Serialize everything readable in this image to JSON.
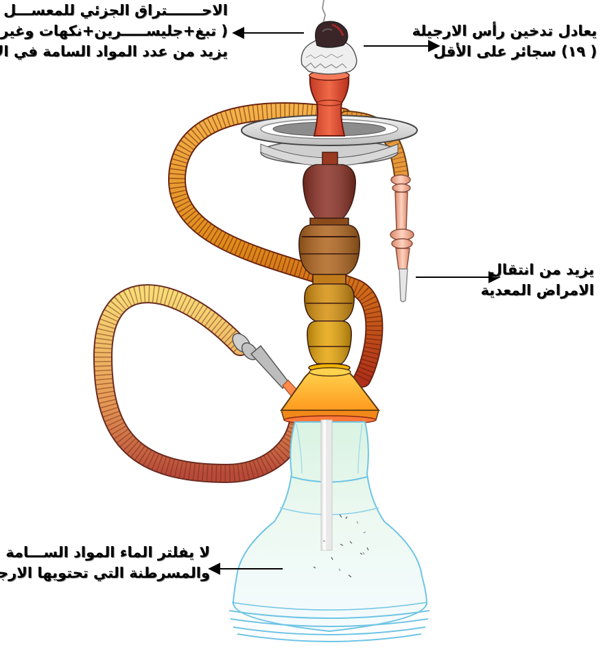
{
  "labels": {
    "top_left": [
      "الاحـــــــتراق الجزئي للمعســـل",
      "( تبغ+جليســـــرين+نكهات وغيرها)",
      "يزيد من عدد المواد السامة في الارجيلة"
    ],
    "top_right": [
      "يعادل تدخين رأس الارجيلة",
      "( ١٩) سجائر على الأقل"
    ],
    "middle_right": [
      "يزيد من انتقال",
      "الامراض المعدية"
    ],
    "bottom_left": [
      "لا يفلتر الماء المواد الســـامة",
      "والمسرطنة التي تحتويها الارجيلة"
    ]
  },
  "colors": {
    "text": "#000000",
    "arrow": "#000000",
    "bowl_head": "#e05a3a",
    "coal": "#4a2a2a",
    "foil": "#eeeeee",
    "tray": "#e6e6e6",
    "stem_top": "#8b2e1e",
    "stem_bottom": "#f2a900",
    "base_cone": "#ffa526",
    "hose_start": "#f7d46a",
    "hose_end": "#8a2a12",
    "mouthpiece": "#f0a890",
    "vase": "#e9f7ee",
    "vase_outline": "#7ecbe6"
  }
}
